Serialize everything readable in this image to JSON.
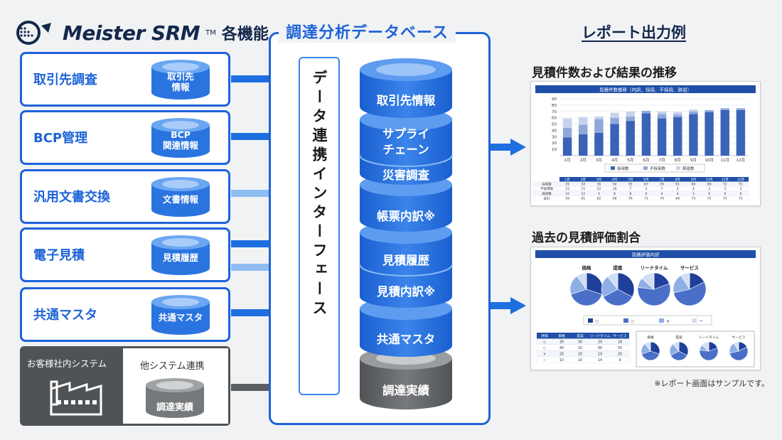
{
  "header": {
    "brand": "Meister SRM",
    "tm": "TM",
    "suffix": "各機能"
  },
  "modules": [
    {
      "label": "取引先調査",
      "cyl": [
        "取引先",
        "情報"
      ]
    },
    {
      "label": "BCP管理",
      "cyl": [
        "BCP",
        "関連情報"
      ]
    },
    {
      "label": "汎用文書交換",
      "cyl": [
        "文書情報"
      ]
    },
    {
      "label": "電子見積",
      "cyl": [
        "見積履歴"
      ]
    },
    {
      "label": "共通マスタ",
      "cyl": [
        "共通マスタ"
      ]
    }
  ],
  "external": {
    "left_label": "お客様社内システム",
    "right_label": "他システム連携",
    "cyl": "調達実績"
  },
  "database": {
    "title": "調達分析データベース",
    "interface": "データ連携インターフェース",
    "stack": [
      "取引先情報",
      "サプライ\nチェーン",
      "災害調査",
      "帳票内訳※",
      "見積履歴",
      "見積内訳※",
      "共通マスタ",
      "調達実績"
    ]
  },
  "report": {
    "title": "レポート出力例",
    "chart1_title": "見積件数および結果の推移",
    "chart1_header": "見積件数推移（内訳、採用、不採用、辞退）",
    "chart2_title": "過去の見積評価割合",
    "chart2_header": "見積評価内訳",
    "note": "※レポート画面はサンプルです。"
  },
  "chart_data": [
    {
      "type": "bar",
      "title": "見積件数推移（内訳、採用、不採用、辞退）",
      "categories": [
        "1月",
        "2月",
        "3月",
        "4月",
        "5月",
        "6月",
        "7月",
        "8月",
        "9月",
        "10月",
        "11月",
        "12月"
      ],
      "ylim": [
        0,
        90
      ],
      "yticks": [
        10,
        20,
        30,
        40,
        50,
        60,
        70,
        80,
        90
      ],
      "series": [
        {
          "name": "採用数",
          "values": [
            29,
            34,
            36,
            50,
            55,
            67,
            59,
            61,
            66,
            69,
            72,
            72
          ]
        },
        {
          "name": "不採用数",
          "values": [
            15,
            15,
            22,
            10,
            7,
            4,
            7,
            4,
            4,
            3,
            3,
            3
          ]
        },
        {
          "name": "辞退数",
          "values": [
            15,
            12,
            4,
            8,
            8,
            0,
            4,
            4,
            3,
            0,
            0,
            0
          ]
        },
        {
          "name": "合計",
          "values": [
            59,
            61,
            62,
            68,
            70,
            71,
            70,
            69,
            73,
            72,
            75,
            75
          ]
        }
      ],
      "legend": [
        "採用数",
        "不採用数",
        "辞退数"
      ]
    },
    {
      "type": "pie",
      "title": "見積評価内訳",
      "groups": [
        "価格",
        "提案",
        "リードタイム",
        "サービス"
      ],
      "legend": [
        "○",
        "○",
        "×",
        "ー"
      ],
      "table": {
        "headers": [
          "評価",
          "価格",
          "提案",
          "リードタイム",
          "サービス"
        ],
        "rows": [
          [
            "○",
            "30",
            "30",
            "20",
            "18"
          ],
          [
            "○",
            "40",
            "32",
            "60",
            "55"
          ],
          [
            "×",
            "20",
            "20",
            "10",
            "20"
          ],
          [
            "ー",
            "10",
            "10",
            "14",
            "9"
          ]
        ]
      },
      "small_labels": [
        "価格",
        "提案",
        "リードタイム",
        "サービス"
      ]
    }
  ]
}
